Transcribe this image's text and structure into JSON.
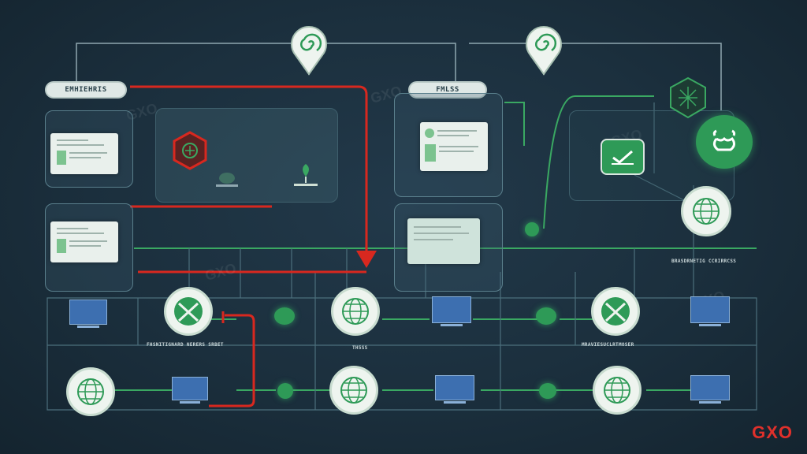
{
  "labels": {
    "tag_left": "EMHIEHRIS",
    "tag_mid": "FMLSS",
    "caption_right": "BRASDRNETIG CCRIRRCSS",
    "caption_row_left": "FHSNITIGNARD NERERS SRBET",
    "caption_row_mid": "TH5SS",
    "caption_row_right": "MRAVIESUCLRTMOSER",
    "brand": "GXO",
    "watermark": "GXO"
  },
  "colors": {
    "background": "#1b2f3d",
    "accent_green": "#2e9a57",
    "accent_red": "#e0302b",
    "panel_border": "#5a7f8c",
    "screen_blue": "#3d6fb0"
  },
  "icons": [
    "spiral-icon",
    "globe-icon",
    "leaf-icon",
    "monitor-icon",
    "hexagon-icon",
    "check-icon",
    "document-icon"
  ]
}
